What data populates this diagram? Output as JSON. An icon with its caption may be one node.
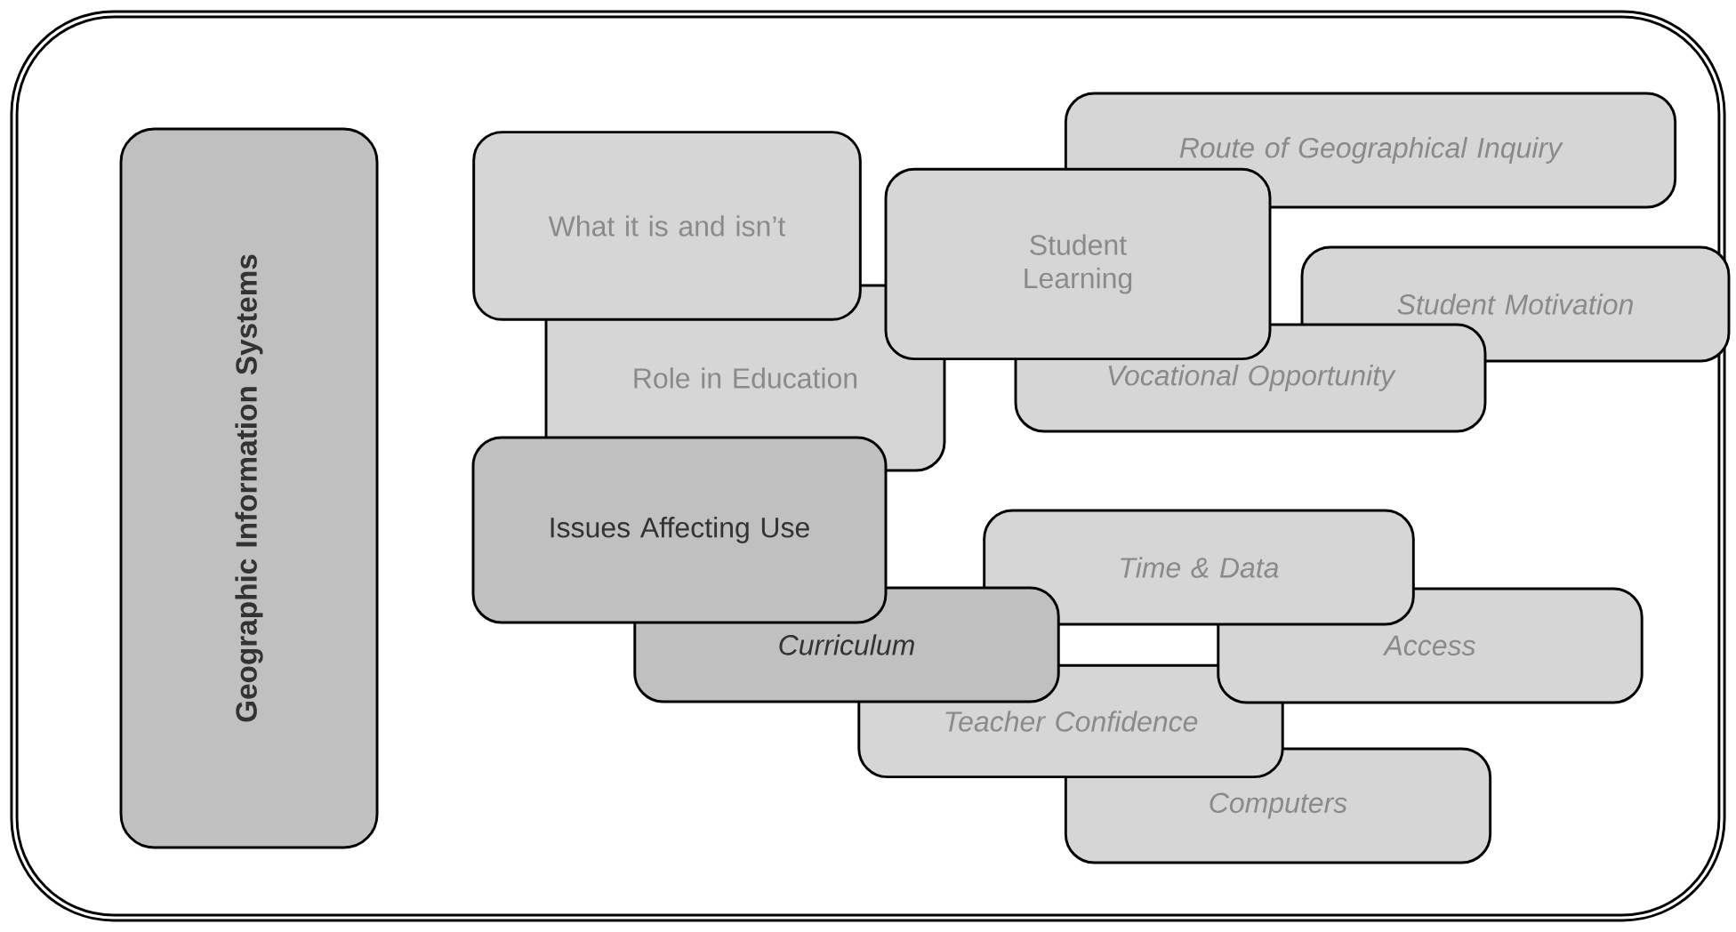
{
  "diagram": {
    "nodes": [
      {
        "text": [
          "Geographic Information Systems"
        ]
      },
      {
        "text": [
          "What it is and isn’t"
        ]
      },
      {
        "text": [
          "Role in Education"
        ]
      },
      {
        "text": [
          "Issues Affecting Use"
        ]
      },
      {
        "text": [
          "Route of Geographical Inquiry"
        ]
      },
      {
        "text": [
          "Student Learning"
        ]
      },
      {
        "text": [
          "Student Motivation"
        ]
      },
      {
        "text": [
          "Vocational Opportunity"
        ]
      },
      {
        "text": [
          "Time & Data"
        ]
      },
      {
        "text": [
          "Curriculum"
        ]
      },
      {
        "text": [
          "Access"
        ]
      },
      {
        "text": [
          "Teacher Confidence"
        ]
      },
      {
        "text": [
          "Computers"
        ]
      }
    ],
    "edges": []
  }
}
